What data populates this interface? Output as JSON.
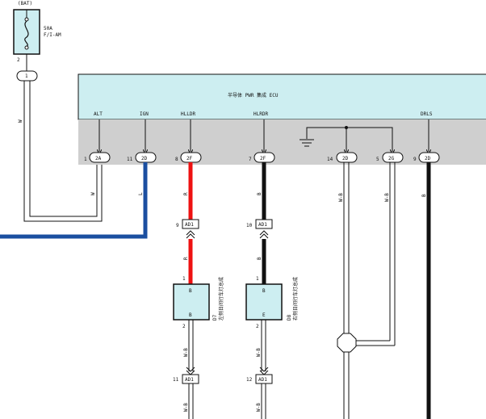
{
  "fuse": {
    "top_label": "(BAT)",
    "rating": "50A",
    "name": "F/I-AM",
    "pin": "2",
    "connector": "1",
    "wire_color": "W"
  },
  "ecu": {
    "title": "半导体 PWR 集成 ECU",
    "terminals": [
      {
        "name": "ALT",
        "pin": "1",
        "code": "2A",
        "wire": "W",
        "color": "#ffffff"
      },
      {
        "name": "IGN",
        "pin": "11",
        "code": "2D",
        "wire": "L",
        "color": "#1b4fa0"
      },
      {
        "name": "HLLDR",
        "pin": "8",
        "code": "2F",
        "wire": "R",
        "color": "#ee1111"
      },
      {
        "name": "HLRDR",
        "pin": "7",
        "code": "2F",
        "wire": "B",
        "color": "#111111"
      },
      {
        "name": "",
        "pin": "14",
        "code": "2D",
        "wire": "W-B",
        "color": "#ffffff"
      },
      {
        "name": "",
        "pin": "5",
        "code": "2G",
        "wire": "W-B",
        "color": "#ffffff"
      },
      {
        "name": "DRLS",
        "pin": "9",
        "code": "2D",
        "wire": "B",
        "color": "#111111"
      }
    ]
  },
  "connectors": [
    {
      "pin": "9",
      "code": "AD1"
    },
    {
      "pin": "10",
      "code": "AD1"
    },
    {
      "pin": "11",
      "code": "AD1"
    },
    {
      "pin": "12",
      "code": "AD1"
    }
  ],
  "lamps": [
    {
      "code": "D7",
      "name": "左侧日间行车灯总成",
      "pin_top": "1",
      "pin_bottom": "2",
      "top_letter": "B",
      "bottom_letter": "B",
      "wire_in": "R",
      "wire_out": "W-B"
    },
    {
      "code": "D8",
      "name": "右侧日间行车灯总成",
      "pin_top": "1",
      "pin_bottom": "2",
      "top_letter": "B",
      "bottom_letter": "E",
      "wire_in": "B",
      "wire_out": "W-B"
    }
  ]
}
